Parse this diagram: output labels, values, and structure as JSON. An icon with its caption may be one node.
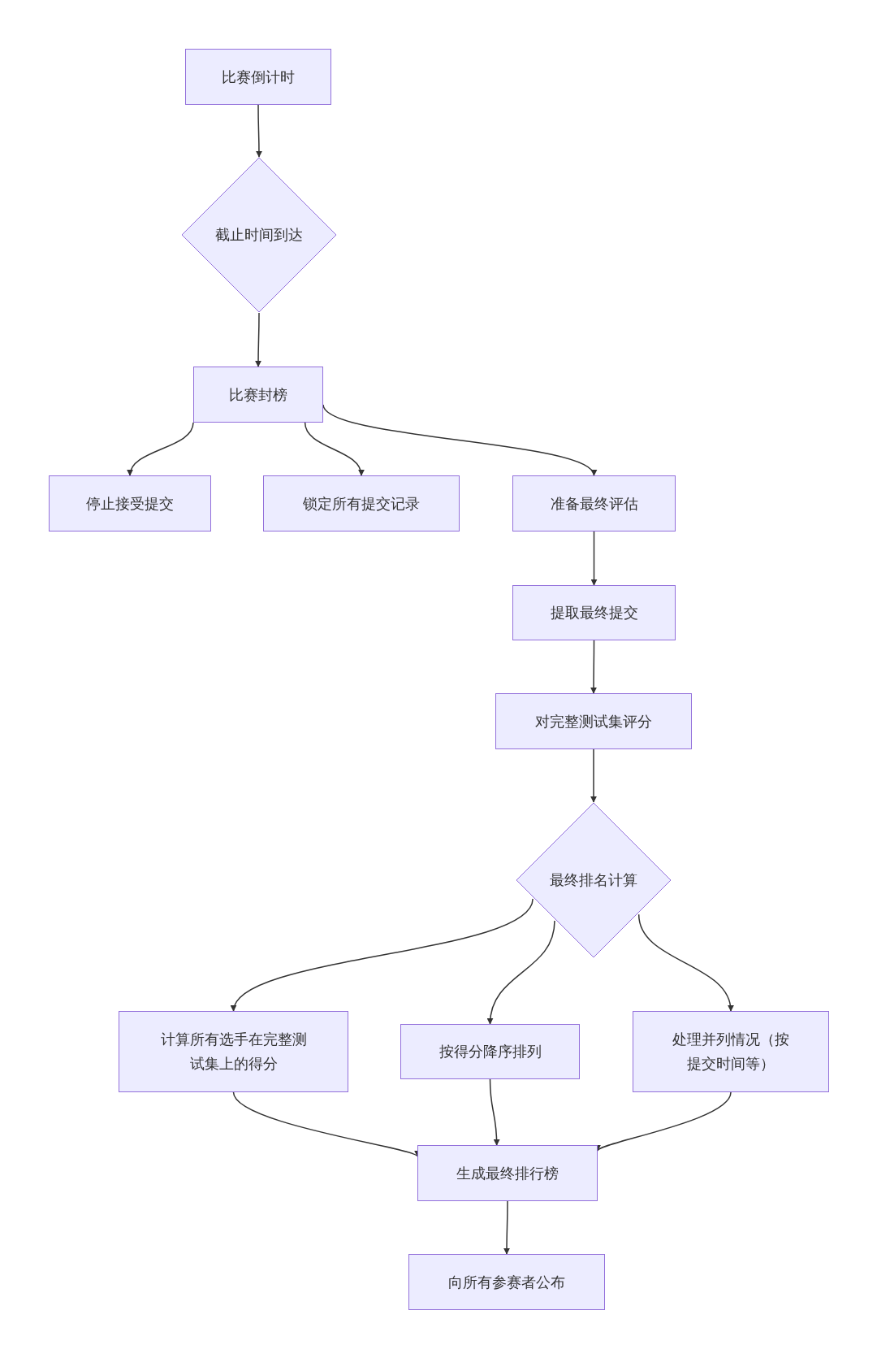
{
  "diagram": {
    "nodes": [
      {
        "text": [
          "比赛倒计时"
        ]
      },
      {
        "text": [
          "截止时间到达"
        ]
      },
      {
        "text": [
          "比赛封榜"
        ]
      },
      {
        "text": [
          "停止接受提交"
        ]
      },
      {
        "text": [
          "锁定所有提交记录"
        ]
      },
      {
        "text": [
          "准备最终评估"
        ]
      },
      {
        "text": [
          "提取最终提交"
        ]
      },
      {
        "text": [
          "对完整测试集评分"
        ]
      },
      {
        "text": [
          "最终排名计算"
        ]
      },
      {
        "text": [
          "计算所有选手在完整测试集上的得分"
        ]
      },
      {
        "text": [
          "按得分降序排列"
        ]
      },
      {
        "text": [
          "处理并列情况（按提交时间等）"
        ]
      },
      {
        "text": [
          "生成最终排行榜"
        ]
      },
      {
        "text": [
          "向所有参赛者公布"
        ]
      }
    ],
    "edges": [
      {
        "from": 0,
        "to": 1,
        "arrow": "to"
      },
      {
        "from": 1,
        "to": 2,
        "arrow": "to"
      },
      {
        "from": 2,
        "to": 3,
        "arrow": "to"
      },
      {
        "from": 2,
        "to": 4,
        "arrow": "to"
      },
      {
        "from": 2,
        "to": 5,
        "arrow": "to"
      },
      {
        "from": 5,
        "to": 6,
        "arrow": "to"
      },
      {
        "from": 6,
        "to": 7,
        "arrow": "to"
      },
      {
        "from": 7,
        "to": 8,
        "arrow": "to"
      },
      {
        "from": 8,
        "to": 9,
        "arrow": "to"
      },
      {
        "from": 8,
        "to": 10,
        "arrow": "to"
      },
      {
        "from": 8,
        "to": 11,
        "arrow": "to"
      },
      {
        "from": 9,
        "to": 12,
        "arrow": "to"
      },
      {
        "from": 10,
        "to": 12,
        "arrow": "to"
      },
      {
        "from": 11,
        "to": 12,
        "arrow": "to"
      },
      {
        "from": 12,
        "to": 13,
        "arrow": "to"
      }
    ]
  }
}
